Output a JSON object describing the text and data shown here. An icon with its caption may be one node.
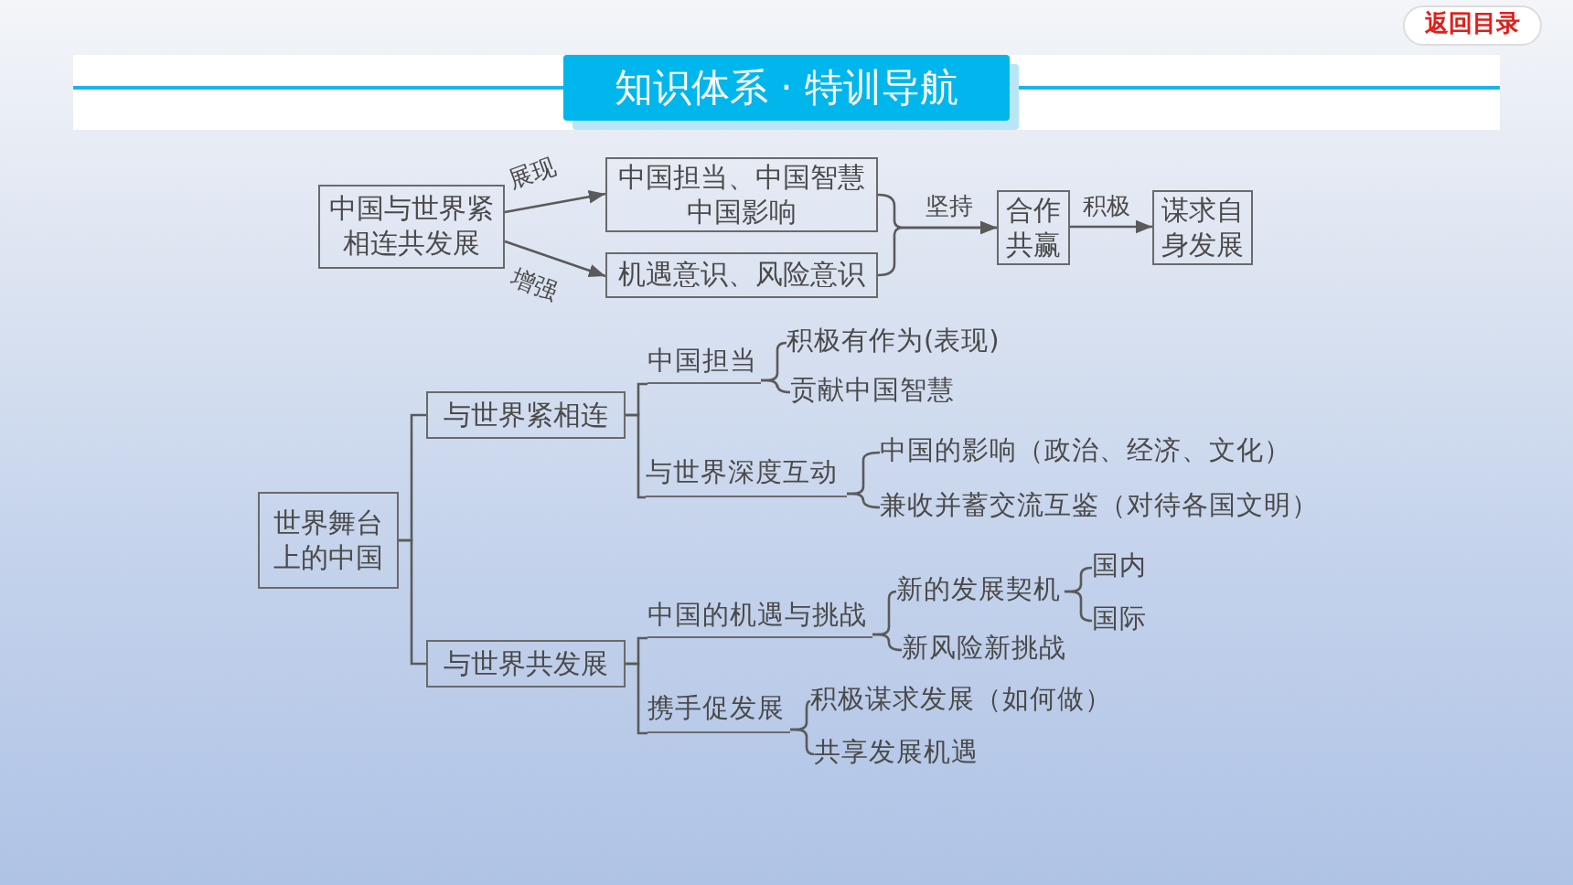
{
  "diagram": {
    "title": "知识体系 · 特训导航",
    "nodes": [
      {
        "text": [
          "中国与世界紧相连共发展"
        ]
      },
      {
        "text": [
          "中国担当、中国智慧中国影响"
        ]
      },
      {
        "text": [
          "机遇意识、风险意识"
        ]
      },
      {
        "text": [
          "合作共赢"
        ]
      },
      {
        "text": [
          "谋求自身发展"
        ]
      },
      {
        "text": [
          "世界舞台上的中国"
        ]
      },
      {
        "text": [
          "与世界紧相连"
        ]
      },
      {
        "text": [
          "与世界共发展"
        ]
      },
      {
        "text": [
          "中国担当"
        ]
      },
      {
        "text": [
          "积极有作为(表现)"
        ]
      },
      {
        "text": [
          "贡献中国智慧"
        ]
      },
      {
        "text": [
          "与世界深度互动"
        ]
      },
      {
        "text": [
          "中国的影响（政治、经济、文化）"
        ]
      },
      {
        "text": [
          "兼收并蓄交流互鉴（对待各国文明）"
        ]
      },
      {
        "text": [
          "中国的机遇与挑战"
        ]
      },
      {
        "text": [
          "新的发展契机"
        ]
      },
      {
        "text": [
          "国内"
        ]
      },
      {
        "text": [
          "国际"
        ]
      },
      {
        "text": [
          "新风险新挑战"
        ]
      },
      {
        "text": [
          "携手促发展"
        ]
      },
      {
        "text": [
          "积极谋求发展（如何做）"
        ]
      },
      {
        "text": [
          "共享发展机遇"
        ]
      }
    ],
    "edges": [
      {
        "from": 0,
        "to": 1,
        "arrow": "to",
        "label": "展现"
      },
      {
        "from": 0,
        "to": 2,
        "arrow": "to",
        "label": "增强"
      },
      {
        "from": 1,
        "to": 3,
        "arrow": "to",
        "label": "坚持"
      },
      {
        "from": 2,
        "to": 3,
        "arrow": "to"
      },
      {
        "from": 3,
        "to": 4,
        "arrow": "to",
        "label": "积极"
      },
      {
        "from": 5,
        "to": 6,
        "arrow": "none"
      },
      {
        "from": 5,
        "to": 7,
        "arrow": "none"
      },
      {
        "from": 6,
        "to": 8,
        "arrow": "none"
      },
      {
        "from": 6,
        "to": 11,
        "arrow": "none"
      },
      {
        "from": 8,
        "to": 9,
        "arrow": "none"
      },
      {
        "from": 8,
        "to": 10,
        "arrow": "none"
      },
      {
        "from": 11,
        "to": 12,
        "arrow": "none"
      },
      {
        "from": 11,
        "to": 13,
        "arrow": "none"
      },
      {
        "from": 7,
        "to": 14,
        "arrow": "none"
      },
      {
        "from": 7,
        "to": 19,
        "arrow": "none"
      },
      {
        "from": 14,
        "to": 15,
        "arrow": "none"
      },
      {
        "from": 14,
        "to": 18,
        "arrow": "none"
      },
      {
        "from": 15,
        "to": 16,
        "arrow": "none"
      },
      {
        "from": 15,
        "to": 17,
        "arrow": "none"
      },
      {
        "from": 19,
        "to": 20,
        "arrow": "none"
      },
      {
        "from": 19,
        "to": 21,
        "arrow": "none"
      }
    ],
    "labels": [
      "返回目录"
    ]
  }
}
